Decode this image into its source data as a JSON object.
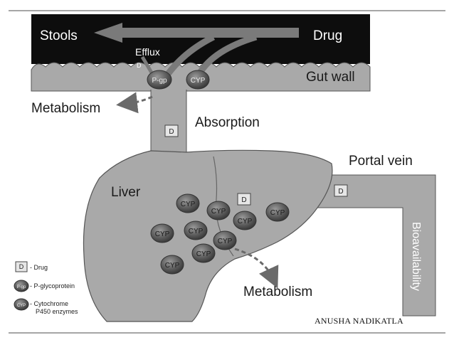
{
  "labels": {
    "stools": "Stools",
    "drug": "Drug",
    "efflux": "Efflux",
    "gut_wall": "Gut wall",
    "metabolism_top": "Metabolism",
    "absorption": "Absorption",
    "portal_vein": "Portal vein",
    "liver": "Liver",
    "metabolism_bottom": "Metabolism",
    "bioavailability": "Bioavailability",
    "pgp": "P-gp",
    "cyp": "CYP",
    "d": "D",
    "efflux_d": "D"
  },
  "legend": {
    "drug": "- Drug",
    "pgp": "- P-glycoprotein",
    "cyp_line1": "- Cytochrome",
    "cyp_line2": "P450 enzymes",
    "d_symbol": "D",
    "pgp_symbol": "P-gp",
    "cyp_symbol": "CYP"
  },
  "credit": "ANUSHA NADIKATLA"
}
